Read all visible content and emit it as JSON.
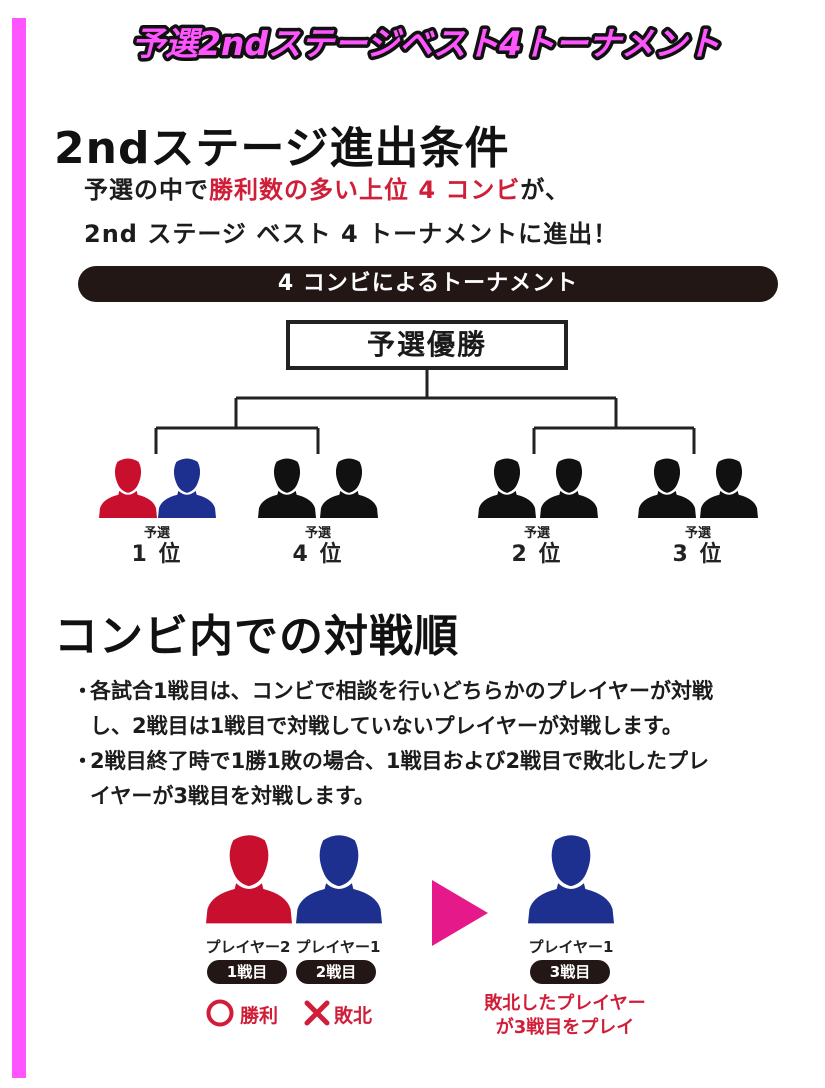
{
  "title": "予選2ndステージベスト4トーナメント",
  "section1": {
    "heading": "2ndステージ進出条件",
    "line1_prefix": "予選の中で",
    "line1_highlight": "勝利数の多い上位 4 コンビ",
    "line1_suffix": "が、",
    "line2": "2nd ステージ ベスト 4 トーナメントに進出！"
  },
  "bracket": {
    "banner": "4 コンビによるトーナメント",
    "winner": "予選優勝",
    "seeds": [
      {
        "small": "予選",
        "big": "1 位"
      },
      {
        "small": "予選",
        "big": "4 位"
      },
      {
        "small": "予選",
        "big": "2 位"
      },
      {
        "small": "予選",
        "big": "3 位"
      }
    ]
  },
  "section2": {
    "heading": "コンビ内での対戦順",
    "bullet": "・",
    "rule1": [
      "各試合1戦目は、コンビで相談を行いどちらかのプレイヤーが対戦",
      "し、2戦目は1戦目で対戦していないプレイヤーが対戦します。"
    ],
    "rule2": [
      "2戦目終了時で1勝1敗の場合、1戦目および2戦目で敗北したプレ",
      "イヤーが3戦目を対戦します。"
    ]
  },
  "example": {
    "left_player_caption": "プレイヤー2",
    "left_player_match": "1戦目",
    "left_player_result": "勝利",
    "right_player_caption": "プレイヤー1",
    "right_player_match": "2戦目",
    "right_player_result": "敗北",
    "third_player_caption": "プレイヤー1",
    "third_player_match": "3戦目",
    "note_line1": "敗北したプレイヤー",
    "note_line2": "が3戦目をプレイ"
  },
  "colors": {
    "accent_magenta": "#ff55ff",
    "red_player": "#c8102e",
    "blue_player": "#1d2f8f",
    "black_player": "#111111",
    "highlight_red": "#d01e39",
    "arrow_pink": "#e6198a"
  }
}
